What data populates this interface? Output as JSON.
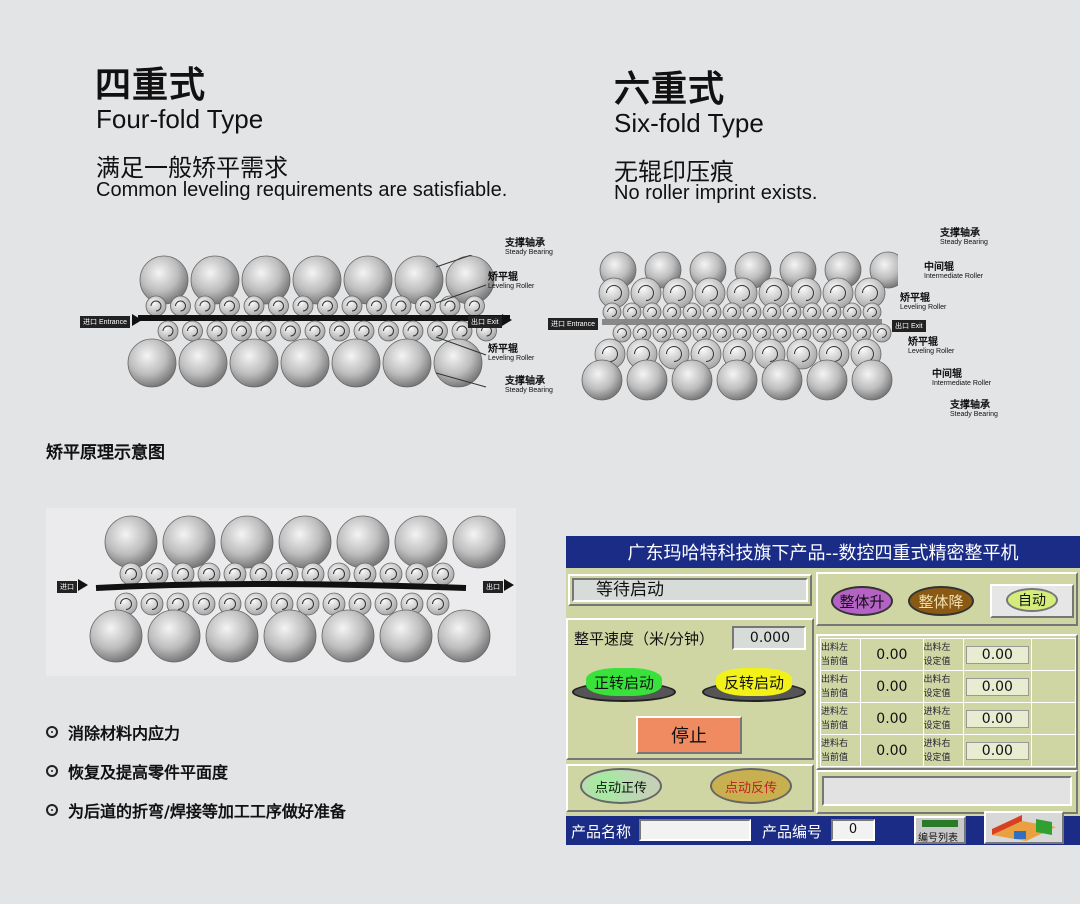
{
  "four_fold": {
    "title_zh": "四重式",
    "title_en": "Four-fold Type",
    "desc_zh": "满足一般矫平需求",
    "desc_en": "Common leveling requirements are satisfiable.",
    "labels": [
      {
        "zh": "支撑轴承",
        "en": "Steady Bearing"
      },
      {
        "zh": "矫平辊",
        "en": "Leveling Roller"
      },
      {
        "zh": "矫平辊",
        "en": "Leveling Roller"
      },
      {
        "zh": "支撑轴承",
        "en": "Steady Bearing"
      }
    ],
    "entrance": "进口 Entrance",
    "exit": "出口 Exit"
  },
  "six_fold": {
    "title_zh": "六重式",
    "title_en": "Six-fold Type",
    "desc_zh": "无辊印压痕",
    "desc_en": "No roller imprint exists.",
    "labels": [
      {
        "zh": "支撑轴承",
        "en": "Steady Bearing"
      },
      {
        "zh": "中间辊",
        "en": "Intermediate Roller"
      },
      {
        "zh": "矫平辊",
        "en": "Leveling Roller"
      },
      {
        "zh": "矫平辊",
        "en": "Leveling Roller"
      },
      {
        "zh": "中间辊",
        "en": "Intermediate Roller"
      },
      {
        "zh": "支撑轴承",
        "en": "Steady Bearing"
      }
    ],
    "entrance": "进口 Entrance",
    "exit": "出口 Exit"
  },
  "principle": {
    "title": "矫平原理示意图",
    "entrance": "进口",
    "exit": "出口",
    "bullets": [
      "消除材料内应力",
      "恢复及提高零件平面度",
      "为后道的折弯/焊接等加工工序做好准备"
    ]
  },
  "hmi": {
    "header": "广东玛哈特科技旗下产品--数控四重式精密整平机",
    "status": "等待启动",
    "speed_label": "整平速度（米/分钟）",
    "speed_value": "0.000",
    "btn_forward": "正转启动",
    "btn_reverse": "反转启动",
    "btn_stop": "停止",
    "btn_jog_forward": "点动正传",
    "btn_jog_reverse": "点动反传",
    "btn_up": "整体升",
    "btn_down": "整体降",
    "btn_auto": "自动",
    "rows": [
      {
        "cur_label_1": "出料左",
        "cur_label_2": "当前值",
        "cur_value": "0.00",
        "set_label_1": "出料左",
        "set_label_2": "设定值",
        "set_value": "0.00"
      },
      {
        "cur_label_1": "出料右",
        "cur_label_2": "当前值",
        "cur_value": "0.00",
        "set_label_1": "出料右",
        "set_label_2": "设定值",
        "set_value": "0.00"
      },
      {
        "cur_label_1": "进料左",
        "cur_label_2": "当前值",
        "cur_value": "0.00",
        "set_label_1": "进料左",
        "set_label_2": "设定值",
        "set_value": "0.00"
      },
      {
        "cur_label_1": "进料右",
        "cur_label_2": "当前值",
        "cur_value": "0.00",
        "set_label_1": "进料右",
        "set_label_2": "设定值",
        "set_value": "0.00"
      }
    ],
    "product_name_label": "产品名称",
    "product_name_value": "",
    "product_code_label": "产品编号",
    "product_code_value": "0",
    "code_list_button": "编号列表",
    "colors": {
      "header_bg": "#1a2c86",
      "panel_bg": "#cfd6a3",
      "up_button": "#b462c4",
      "down_button": "#8a5a14",
      "auto_button": "#d4ec7a",
      "forward_button": "#38e23a",
      "reverse_button": "#f2f21a",
      "stop_button": "#f08a60"
    }
  }
}
